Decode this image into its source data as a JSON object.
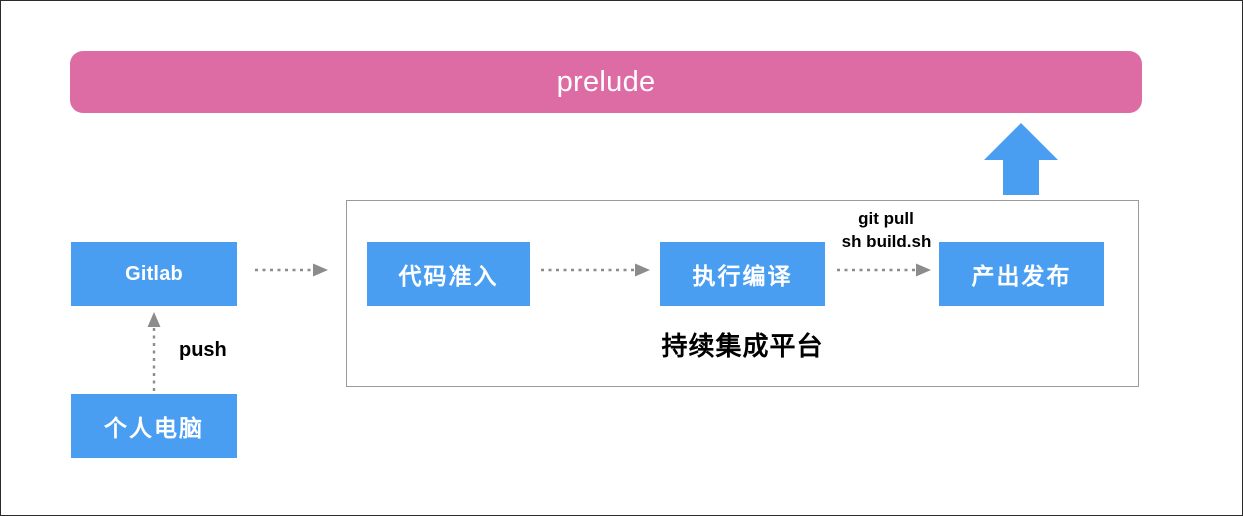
{
  "diagram": {
    "banner": {
      "label": "prelude",
      "color": "#dd6ca5",
      "text_color": "#ffffff"
    },
    "big_arrow": {
      "name": "upward-arrow",
      "direction": "up",
      "color": "#4a9ef2"
    },
    "container": {
      "title": "持续集成平台",
      "border_color": "#9a9a9a"
    },
    "nodes": [
      {
        "id": "gitlab",
        "label": "Gitlab",
        "color": "#4a9ef2",
        "script": "latin"
      },
      {
        "id": "pc",
        "label": "个人电脑",
        "color": "#4a9ef2",
        "script": "cjk"
      },
      {
        "id": "admit",
        "label": "代码准入",
        "color": "#4a9ef2",
        "script": "cjk"
      },
      {
        "id": "compile",
        "label": "执行编译",
        "color": "#4a9ef2",
        "script": "cjk"
      },
      {
        "id": "release",
        "label": "产出发布",
        "color": "#4a9ef2",
        "script": "cjk"
      }
    ],
    "edges": [
      {
        "id": "pc-to-gitlab",
        "label": "push",
        "style": "dotted",
        "direction": "up",
        "color": "#8c8c8c"
      },
      {
        "id": "gitlab-to-admit",
        "label": "",
        "style": "dotted",
        "direction": "right",
        "color": "#8c8c8c"
      },
      {
        "id": "admit-to-compile",
        "label": "",
        "style": "dotted",
        "direction": "right",
        "color": "#8c8c8c"
      },
      {
        "id": "compile-to-release",
        "label": "git pull",
        "label2": "sh build.sh",
        "style": "dotted",
        "direction": "right",
        "color": "#8c8c8c"
      }
    ],
    "labels": {
      "push": "push",
      "git_pull": "git pull",
      "sh_build": "sh build.sh"
    }
  }
}
